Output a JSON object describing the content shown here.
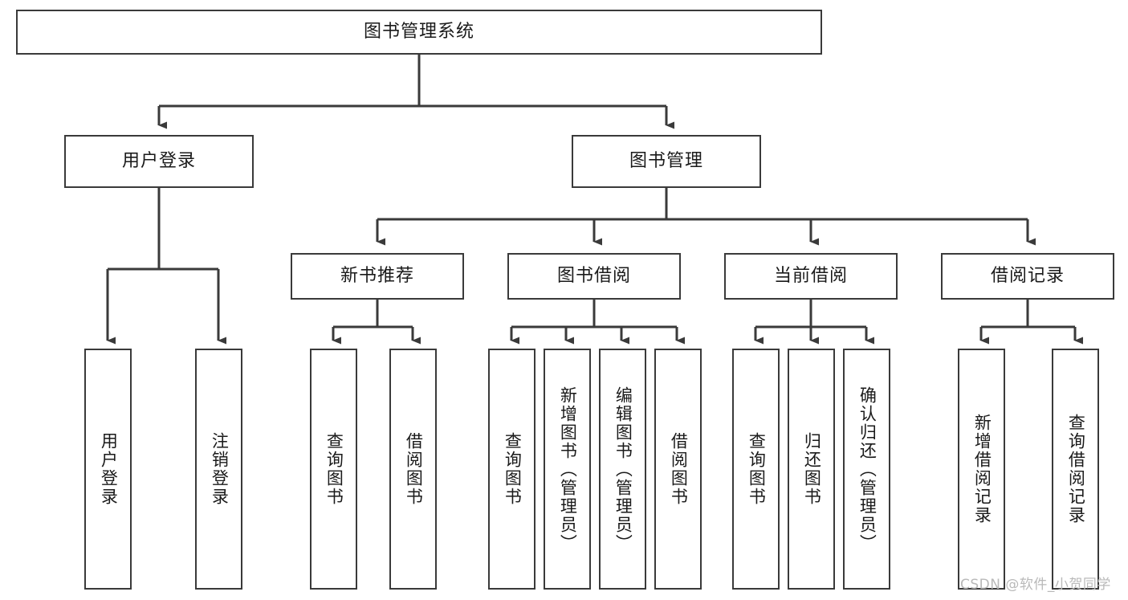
{
  "diagram": {
    "title": "图书管理系统",
    "type": "hierarchy-tree",
    "watermark": "CSDN @软件_小贺同学",
    "colors": {
      "box_border": "#3a3a3a",
      "box_fill": "#ffffff",
      "edge": "#3a3a3a",
      "text": "#1a1a1a",
      "watermark": "#b9b9b9",
      "background": "#ffffff"
    },
    "root": {
      "label": "图书管理系统"
    },
    "level2": [
      {
        "label": "用户登录"
      },
      {
        "label": "图书管理"
      }
    ],
    "level3": [
      {
        "label": "新书推荐"
      },
      {
        "label": "图书借阅"
      },
      {
        "label": "当前借阅"
      },
      {
        "label": "借阅记录"
      }
    ],
    "leaves": {
      "user_login": [
        {
          "label": "用户登录"
        },
        {
          "label": "注销登录"
        }
      ],
      "new_book_recommend": [
        {
          "label": "查询图书"
        },
        {
          "label": "借阅图书"
        }
      ],
      "book_borrow": [
        {
          "label": "查询图书"
        },
        {
          "label": "新增图书（管理员）"
        },
        {
          "label": "编辑图书（管理员）"
        },
        {
          "label": "借阅图书"
        }
      ],
      "current_borrow": [
        {
          "label": "查询图书"
        },
        {
          "label": "归还图书"
        },
        {
          "label": "确认归还（管理员）"
        }
      ],
      "borrow_record": [
        {
          "label": "新增借阅记录"
        },
        {
          "label": "查询借阅记录"
        }
      ]
    }
  }
}
